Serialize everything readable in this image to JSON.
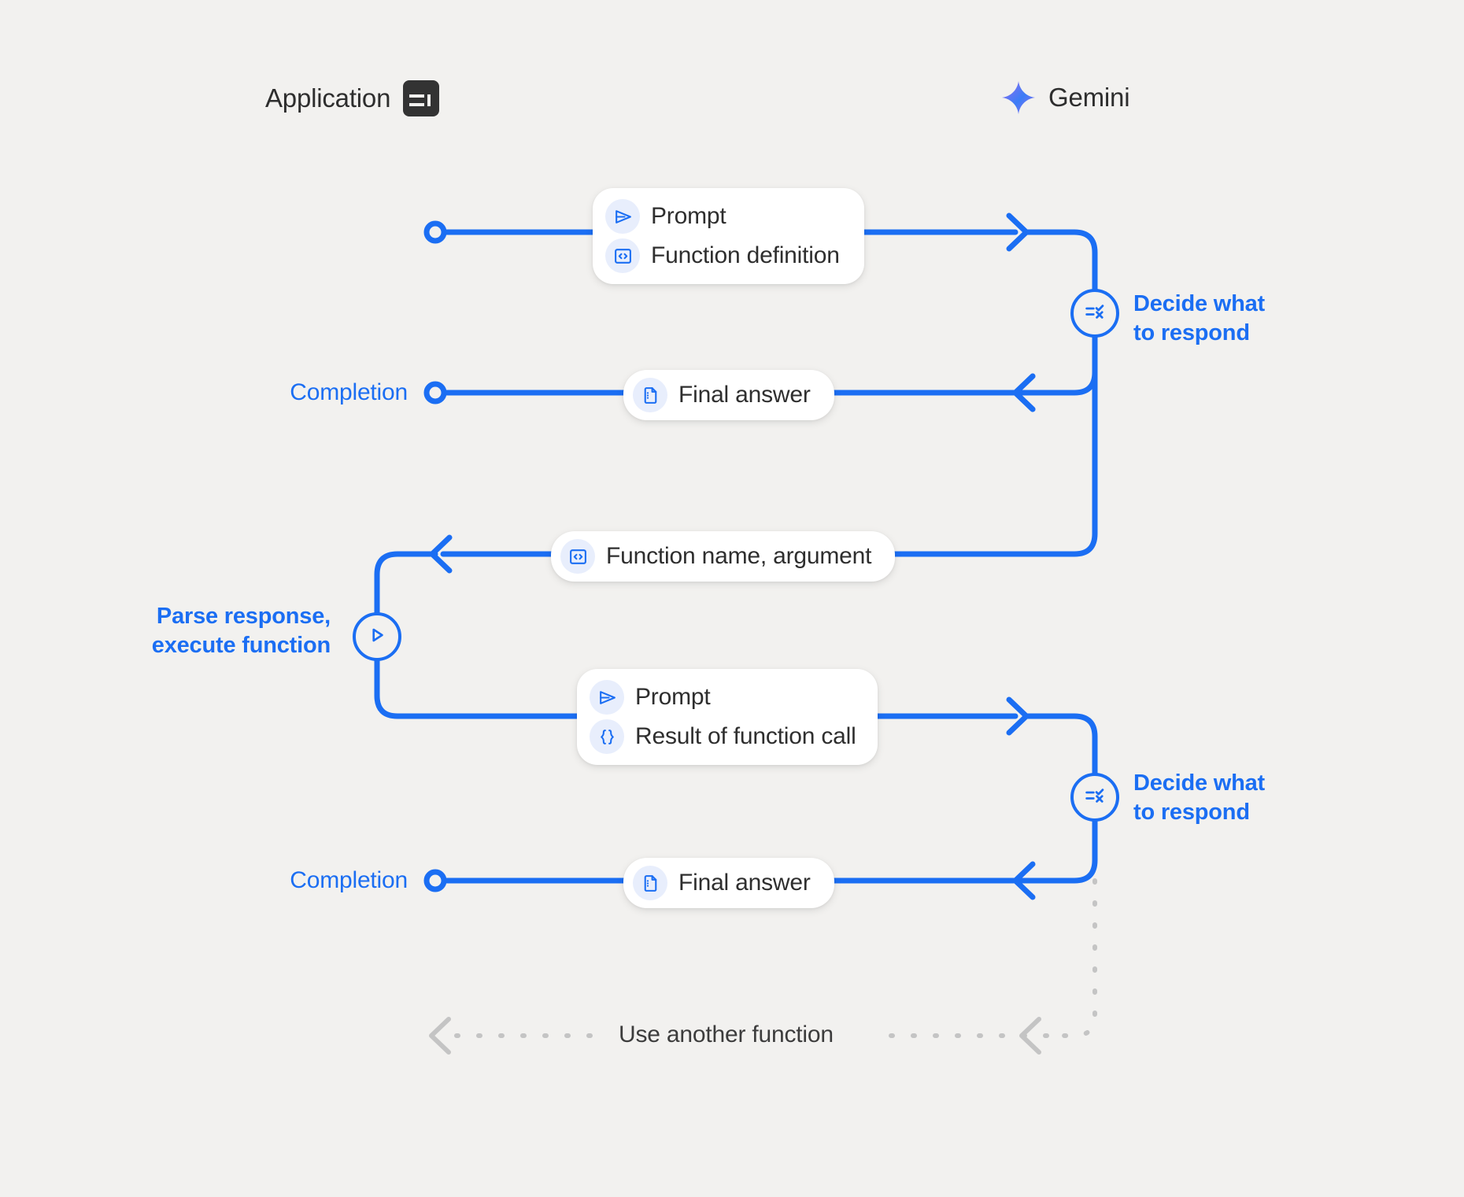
{
  "meta": {
    "diagram_title": "Gemini function calling sequence",
    "background_color": "#f2f1ef",
    "accent_color": "#1b6ef3",
    "muted_color": "#c4c4c4",
    "text_color": "#2e2e2e"
  },
  "lanes": [
    {
      "id": "application",
      "title": "Application",
      "icon": "application-layout-icon"
    },
    {
      "id": "gemini",
      "title": "Gemini",
      "icon": "gemini-sparkle-icon"
    }
  ],
  "messages": [
    {
      "id": "prompt-function-definition",
      "direction": "app-to-gemini",
      "rows": [
        {
          "icon": "send-prompt-icon",
          "label": "Prompt"
        },
        {
          "icon": "code-brackets-icon",
          "label": "Function definition"
        }
      ]
    },
    {
      "id": "final-answer-1",
      "direction": "gemini-to-app",
      "rows": [
        {
          "icon": "document-icon",
          "label": "Final answer"
        }
      ]
    },
    {
      "id": "function-name-argument",
      "direction": "gemini-to-app",
      "rows": [
        {
          "icon": "code-brackets-icon",
          "label": "Function name,  argument"
        }
      ]
    },
    {
      "id": "prompt-result-of-function-call",
      "direction": "app-to-gemini",
      "rows": [
        {
          "icon": "send-prompt-icon",
          "label": "Prompt"
        },
        {
          "icon": "curly-braces-icon",
          "label": "Result of function call"
        }
      ]
    },
    {
      "id": "final-answer-2",
      "direction": "gemini-to-app",
      "rows": [
        {
          "icon": "document-icon",
          "label": "Final answer"
        }
      ]
    }
  ],
  "process_nodes": [
    {
      "id": "decide-1",
      "icon": "decide-checklist-icon",
      "label": "Decide what\nto respond",
      "lane": "gemini"
    },
    {
      "id": "parse-execute",
      "icon": "play-icon",
      "label": "Parse response,\nexecute function",
      "lane": "application"
    },
    {
      "id": "decide-2",
      "icon": "decide-checklist-icon",
      "label": "Decide what\nto respond",
      "lane": "gemini"
    }
  ],
  "side_labels": [
    {
      "id": "completion-1",
      "label": "Completion"
    },
    {
      "id": "completion-2",
      "label": "Completion"
    }
  ],
  "loop": {
    "id": "use-another-function",
    "label": "Use another function",
    "style": "dashed"
  }
}
